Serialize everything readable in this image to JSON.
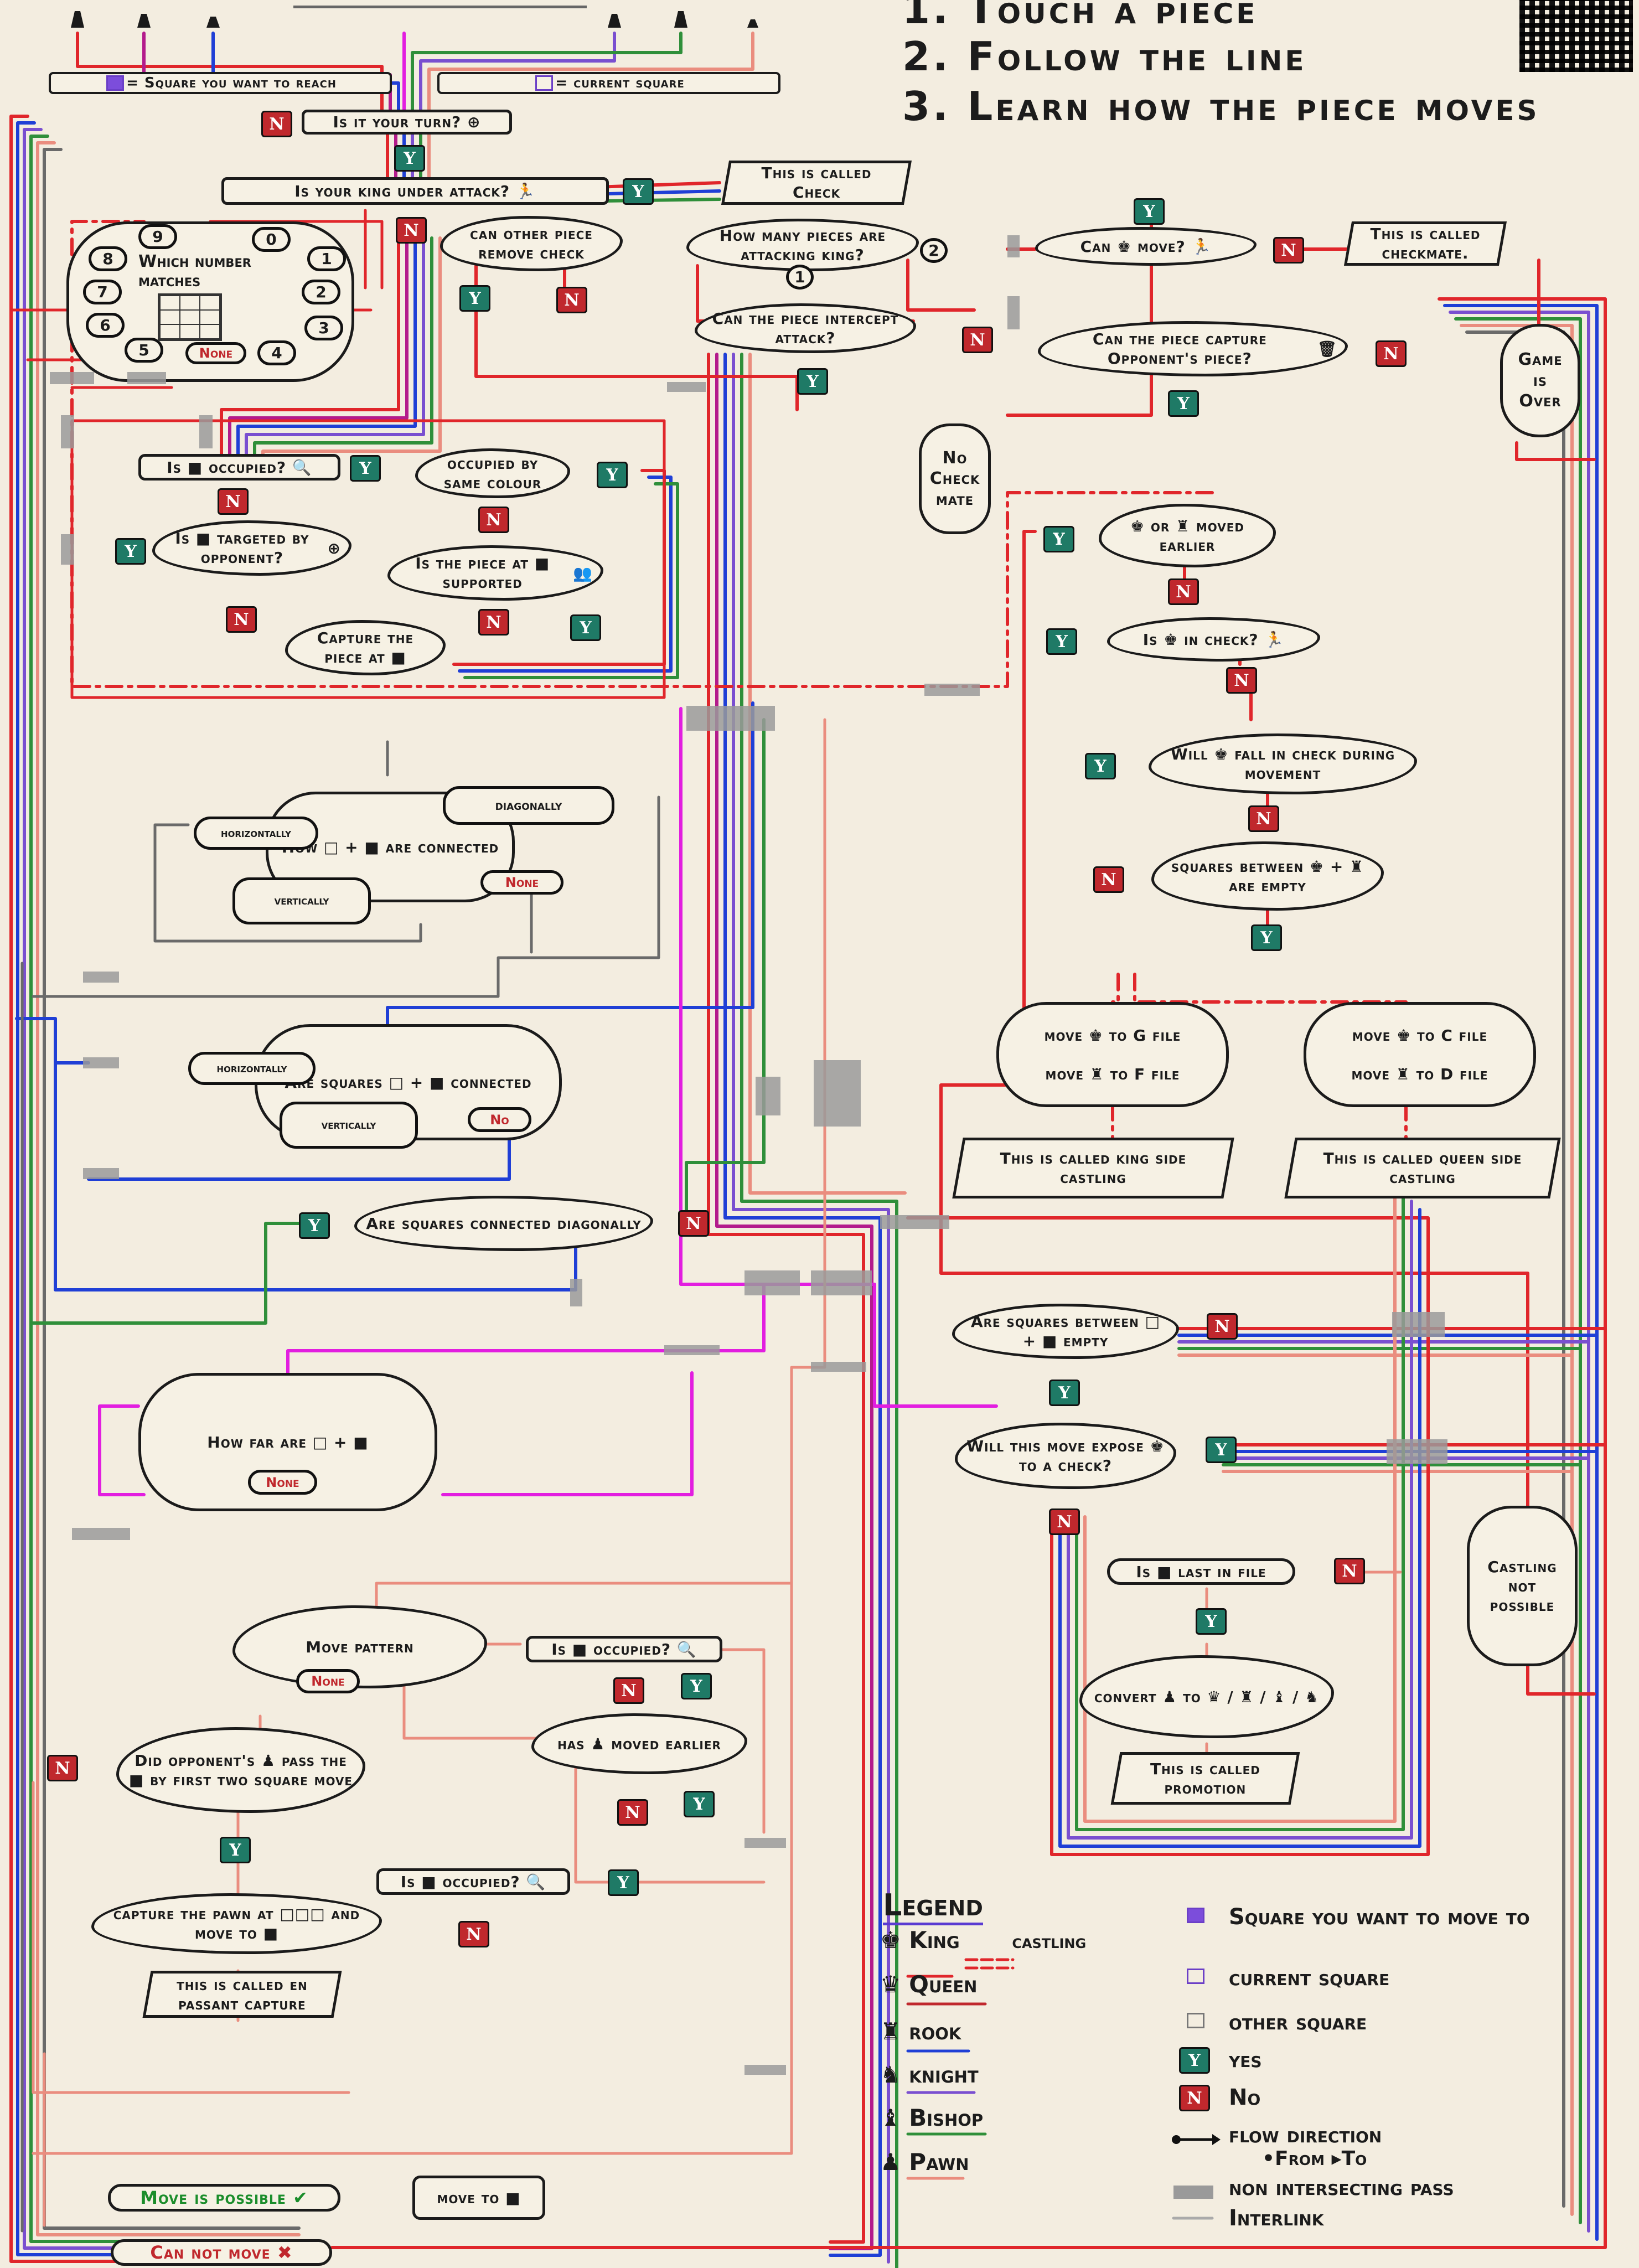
{
  "header": {
    "step1": "1. Touch a piece",
    "step2": "2. Follow the line",
    "step3": "3. Learn how the piece moves"
  },
  "key": {
    "target_text": "= Square you want to reach",
    "current_text": "= current square"
  },
  "flow": {
    "your_turn": "Is it your turn?",
    "king_attack": "Is your king under attack?",
    "check": "This is called Check",
    "other_piece": "can other piece remove check",
    "how_many": "How many pieces are attacking king?",
    "count_1": "1",
    "count_2": "2",
    "can_move": "Can ♚ move?",
    "checkmate": "This is called checkmate.",
    "intercept": "Can the piece intercept attack?",
    "capture_opp": "Can the piece capture Opponent's piece?",
    "game_over": "Game is Over",
    "no_checkmate": "No Check mate",
    "which_number": "Which number matches",
    "none": "None",
    "dial": [
      "0",
      "1",
      "2",
      "3",
      "4",
      "5",
      "6",
      "7",
      "8",
      "9"
    ],
    "occupied": "Is ■ occupied?",
    "same_colour": "occupied by same colour",
    "targeted": "Is ■ targeted by opponent?",
    "supported": "Is the piece at ■ supported",
    "capture_piece": "Capture the piece at ■",
    "diagonally": "diagonally",
    "horizontally": "horizontally",
    "how_connected": "How □ + ■ are connected",
    "vertically": "vertically",
    "none_label": "None",
    "squares_connected": "Are squares □ + ■ connected",
    "no_label": "No",
    "connected_diag": "Are squares connected diagonally",
    "how_far": "How far are □ + ■",
    "move_pattern": "Move pattern",
    "did_opponent": "Did opponent's ♟ pass the ■ by first two square move",
    "capture_pawn": "capture the pawn at □□□ and move to ■",
    "en_passant": "this is called en passant capture",
    "has_moved": "has ♟ moved earlier",
    "move_to": "move to ■",
    "move_possible": "Move is possible ✔",
    "cannot_move": "Can not move ✖",
    "king_rook_moved": "♚ or ♜ moved earlier",
    "in_check": "Is ♚ in check?",
    "fall_check": "Will ♚ fall in check during movement",
    "between_empty": "squares between ♚ + ♜ are empty",
    "g_file": "move ♚ to G file",
    "f_file": "move ♜ to F file",
    "c_file": "move ♚ to C file",
    "d_file": "move ♜ to D file",
    "kingside": "This is called king side castling",
    "queenside": "This is called queen side castling",
    "between_squares": "Are squares between □ + ■ empty",
    "expose": "Will this move expose ♚ to a check?",
    "last_file": "Is ■ last in file",
    "convert": "convert ♟ to ♛ / ♜ / ♝ / ♞",
    "promotion": "This is called promotion",
    "castling_not": "Castling not possible"
  },
  "badges": {
    "yes": "Y",
    "no": "N"
  },
  "legend": {
    "title": "Legend",
    "items": [
      {
        "label": "King",
        "extra": "castling",
        "color": "#c0282d"
      },
      {
        "label": "Queen",
        "color": "#c0282d"
      },
      {
        "label": "rook",
        "color": "#1f3fd6"
      },
      {
        "label": "knight",
        "color": "#7a4fd0"
      },
      {
        "label": "Bishop",
        "color": "#2f8f3a"
      },
      {
        "label": "Pawn",
        "color": "#ea8d7f"
      }
    ],
    "right": [
      {
        "label": "Square you want to move to"
      },
      {
        "label": "current square"
      },
      {
        "label": "other square"
      },
      {
        "label": "yes"
      },
      {
        "label": "No"
      },
      {
        "label": "flow direction"
      },
      {
        "label": "•From ▸To"
      },
      {
        "label": "non intersecting pass"
      },
      {
        "label": "Interlink"
      }
    ]
  },
  "colors": {
    "king": "#e0262b",
    "queen": "#b31b8c",
    "rook": "#1f3fd6",
    "knight": "#7a4fd0",
    "bishop": "#2f8f3a",
    "pawn": "#ea8d7f",
    "interlink": "#6a6a6a",
    "magenta": "#e21ee0"
  }
}
